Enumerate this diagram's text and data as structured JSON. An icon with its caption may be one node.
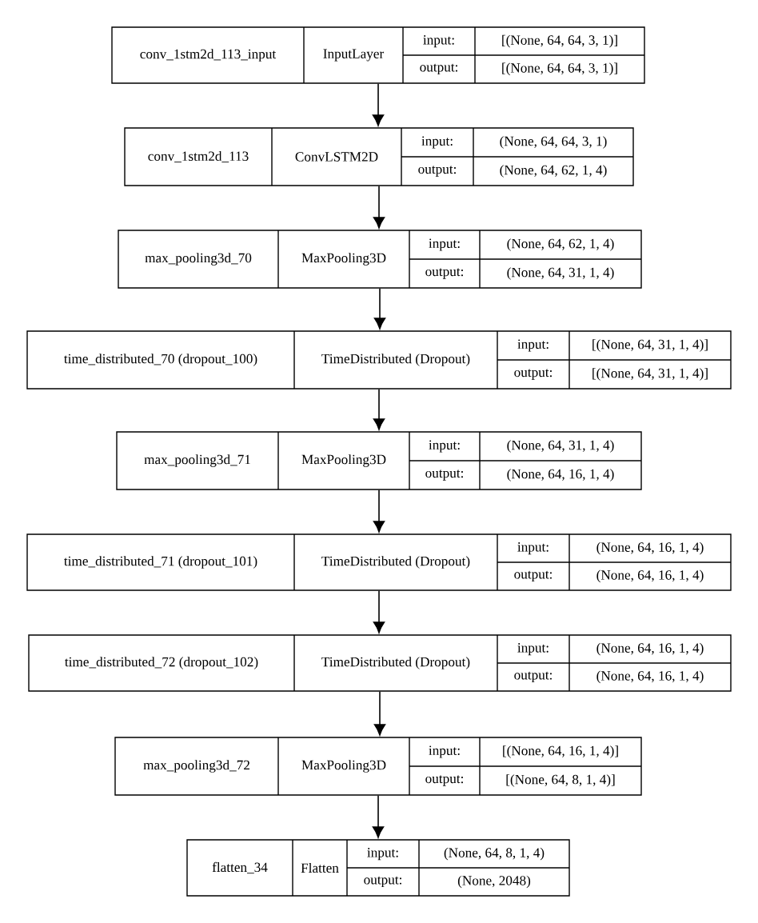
{
  "diagram": {
    "nodes": [
      {
        "text": [
          "conv_1stm2d_113_input",
          "InputLayer",
          "input:",
          "[(None, 64, 64, 3, 1)]",
          "output:",
          "[(None, 64, 64, 3, 1)]"
        ]
      },
      {
        "text": [
          "conv_1stm2d_113",
          "ConvLSTM2D",
          "input:",
          "(None, 64, 64, 3, 1)",
          "output:",
          "(None, 64, 62, 1, 4)"
        ]
      },
      {
        "text": [
          "max_pooling3d_70",
          "MaxPooling3D",
          "input:",
          "(None, 64, 62, 1, 4)",
          "output:",
          "(None, 64, 31, 1, 4)"
        ]
      },
      {
        "text": [
          "time_distributed_70 (dropout_100)",
          "TimeDistributed (Dropout)",
          "input:",
          "[(None, 64, 31, 1, 4)]",
          "output:",
          "[(None, 64, 31, 1, 4)]"
        ]
      },
      {
        "text": [
          "max_pooling3d_71",
          "MaxPooling3D",
          "input:",
          "(None, 64, 31, 1, 4)",
          "output:",
          "(None, 64, 16, 1, 4)"
        ]
      },
      {
        "text": [
          "time_distributed_71 (dropout_101)",
          "TimeDistributed (Dropout)",
          "input:",
          "(None, 64, 16, 1, 4)",
          "output:",
          "(None, 64, 16, 1, 4)"
        ]
      },
      {
        "text": [
          "time_distributed_72 (dropout_102)",
          "TimeDistributed (Dropout)",
          "input:",
          "(None, 64, 16, 1, 4)",
          "output:",
          "(None, 64, 16, 1, 4)"
        ]
      },
      {
        "text": [
          "max_pooling3d_72",
          "MaxPooling3D",
          "input:",
          "[(None, 64, 16, 1, 4)]",
          "output:",
          "[(None, 64, 8, 1, 4)]"
        ]
      },
      {
        "text": [
          "flatten_34",
          "Flatten",
          "input:",
          "(None, 64, 8, 1, 4)",
          "output:",
          "(None, 2048)"
        ]
      }
    ],
    "edges": [
      {
        "from": 0,
        "to": 1,
        "arrow": "to"
      },
      {
        "from": 1,
        "to": 2,
        "arrow": "to"
      },
      {
        "from": 2,
        "to": 3,
        "arrow": "to"
      },
      {
        "from": 3,
        "to": 4,
        "arrow": "to"
      },
      {
        "from": 4,
        "to": 5,
        "arrow": "to"
      },
      {
        "from": 5,
        "to": 6,
        "arrow": "to"
      },
      {
        "from": 6,
        "to": 7,
        "arrow": "to"
      },
      {
        "from": 7,
        "to": 8,
        "arrow": "to"
      }
    ]
  }
}
